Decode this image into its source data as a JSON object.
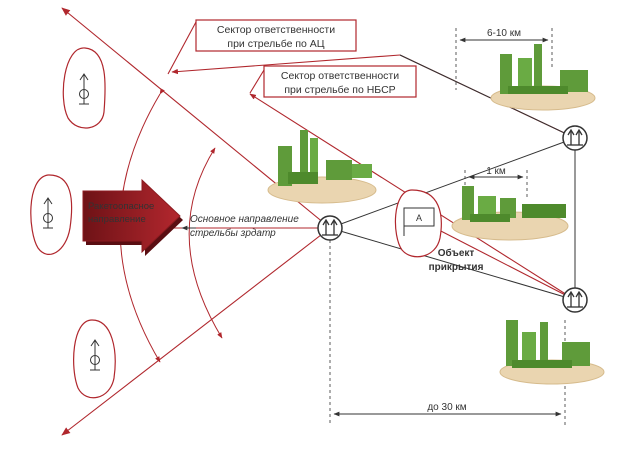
{
  "callouts": {
    "ats_line1": "Сектор ответственности",
    "ats_line2": "при стрельбе по АЦ",
    "nbsr_line1": "Сектор ответственности",
    "nbsr_line2": "при стрельбе по НБСР"
  },
  "threat": {
    "line1": "Ракетоопасное",
    "line2": "направление"
  },
  "main_direction": {
    "line1": "Основное направление",
    "line2": "стрельбы зрдатр"
  },
  "object": {
    "line1": "Объект",
    "line2": "прикрытия",
    "flag_letter": "А"
  },
  "distances": {
    "top": "6-10 км",
    "middle": "1 км",
    "bottom": "до 30 км"
  },
  "colors": {
    "red": "#b0272d",
    "dark_red": "#7a1519",
    "green": "#5f9b3a",
    "platform": "#ead5b0",
    "line": "#333333"
  }
}
